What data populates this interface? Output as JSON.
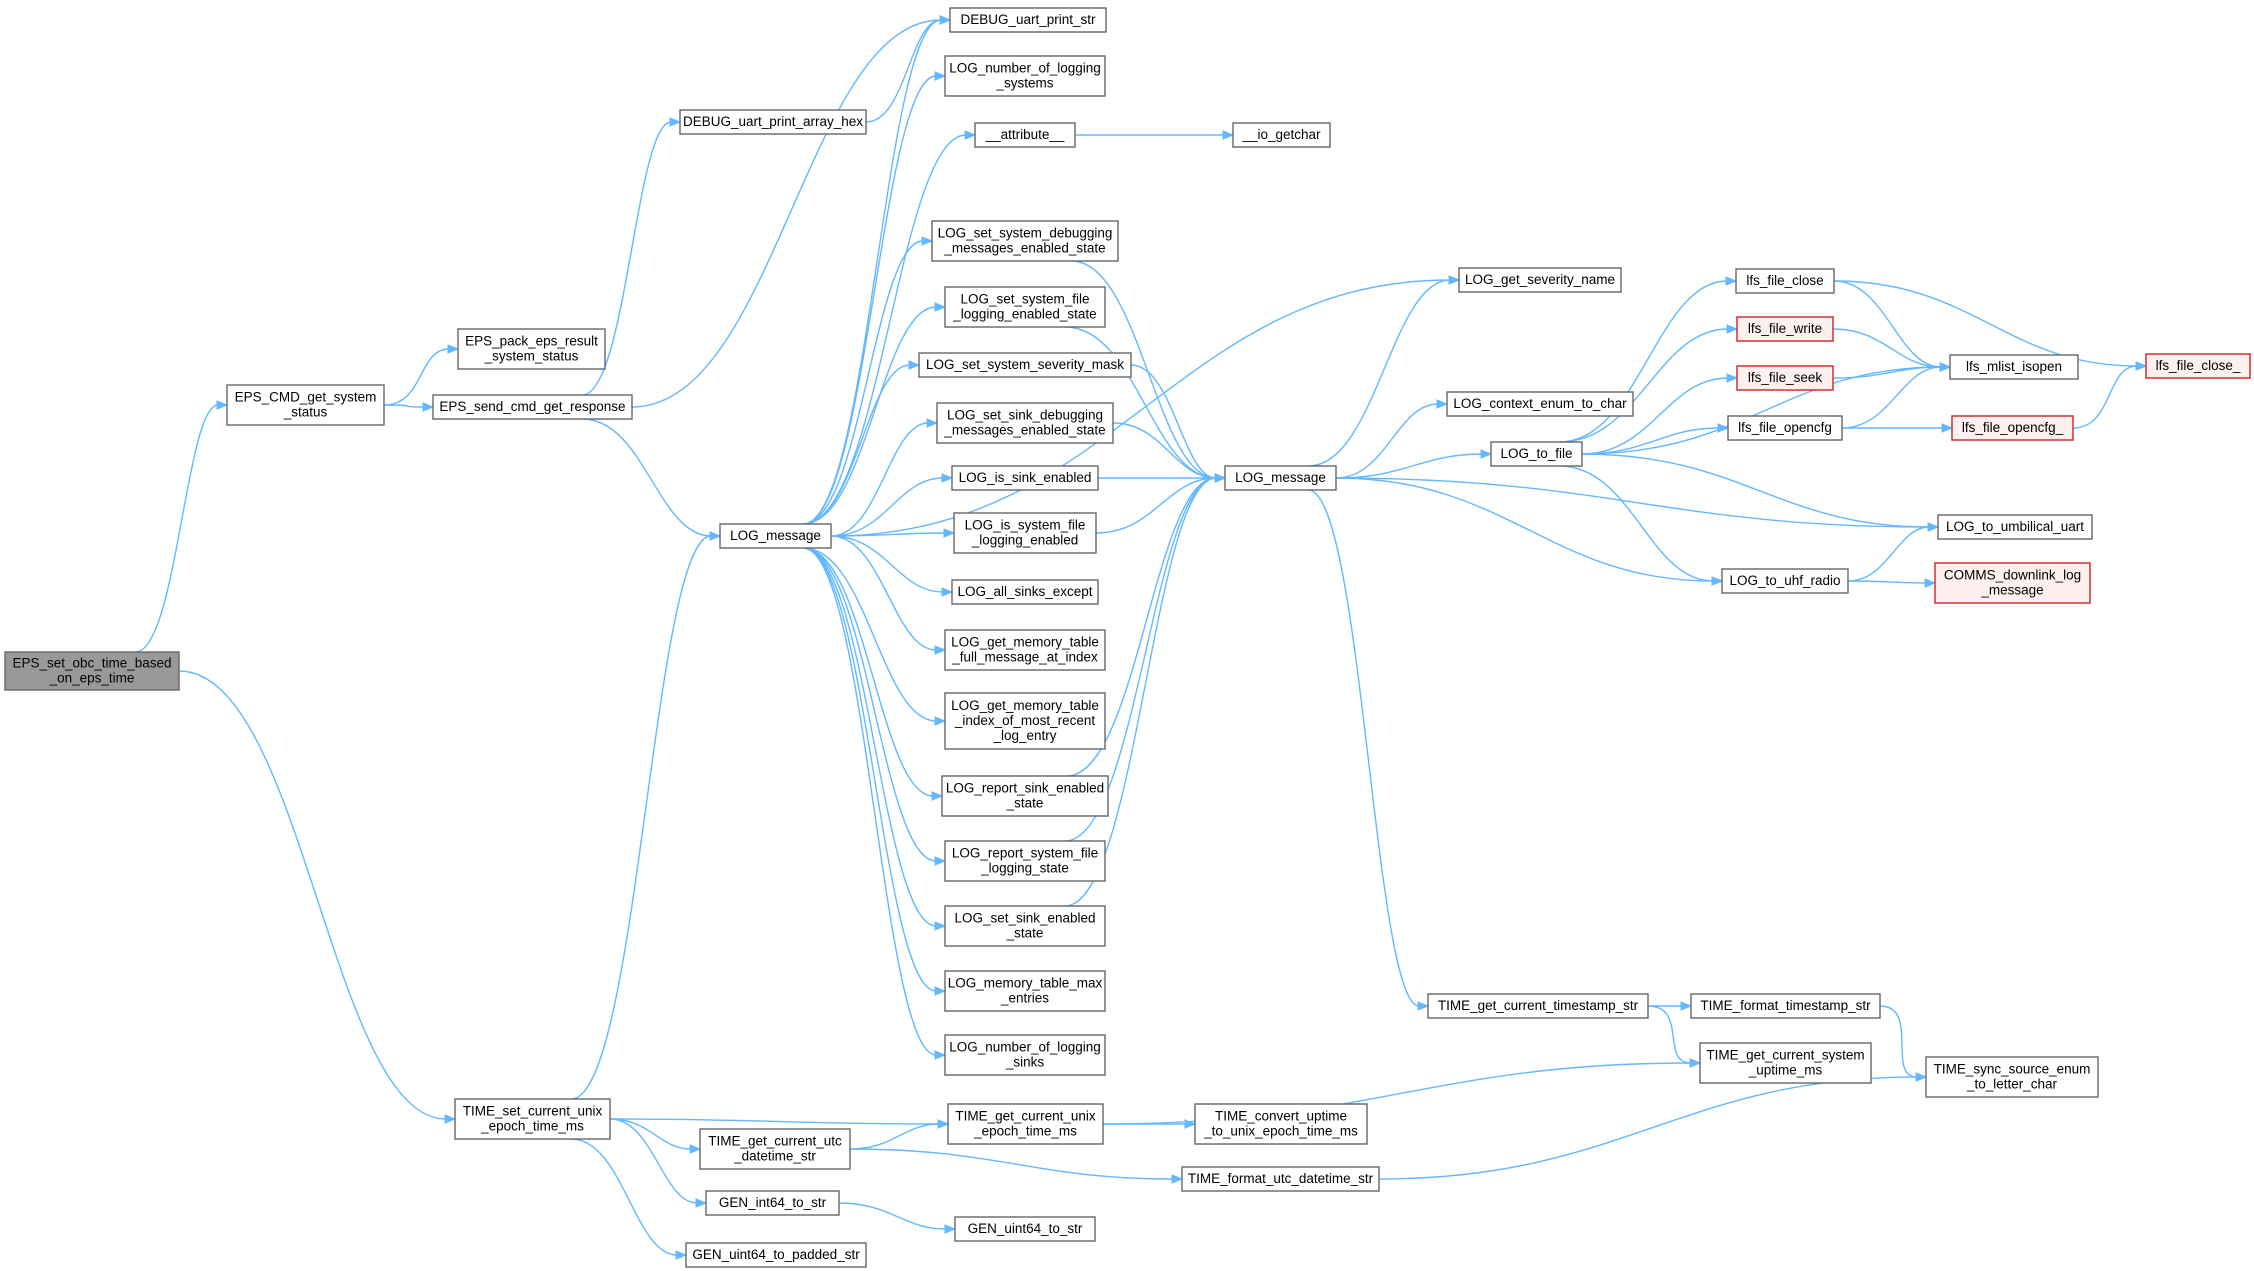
{
  "graph": {
    "edge_color": "#63b8ff",
    "root_fill": "#999999",
    "node_fill": "#ffffff",
    "node_border": "#666666",
    "truncated_fill": "#fff0f0",
    "truncated_border": "#cc2222",
    "nodes": [
      {
        "id": "root",
        "lines": [
          "EPS_set_obc_time_based",
          "_on_eps_time"
        ],
        "style": "root"
      },
      {
        "id": "eps_cmd",
        "lines": [
          "EPS_CMD_get_system",
          "_status"
        ]
      },
      {
        "id": "eps_pack",
        "lines": [
          "EPS_pack_eps_result",
          "_system_status"
        ]
      },
      {
        "id": "eps_send",
        "lines": [
          "EPS_send_cmd_get_response"
        ]
      },
      {
        "id": "dbg_hex",
        "lines": [
          "DEBUG_uart_print_array_hex"
        ]
      },
      {
        "id": "dbg_str",
        "lines": [
          "DEBUG_uart_print_str"
        ]
      },
      {
        "id": "log_msg1",
        "lines": [
          "LOG_message"
        ]
      },
      {
        "id": "time_set",
        "lines": [
          "TIME_set_current_unix",
          "_epoch_time_ms"
        ]
      },
      {
        "id": "log_num_sys",
        "lines": [
          "LOG_number_of_logging",
          "_systems"
        ]
      },
      {
        "id": "attr",
        "lines": [
          "__attribute__"
        ]
      },
      {
        "id": "getchar",
        "lines": [
          "__io_getchar"
        ]
      },
      {
        "id": "ls_sys_dbg",
        "lines": [
          "LOG_set_system_debugging",
          "_messages_enabled_state"
        ]
      },
      {
        "id": "ls_sys_file",
        "lines": [
          "LOG_set_system_file",
          "_logging_enabled_state"
        ]
      },
      {
        "id": "ls_sev",
        "lines": [
          "LOG_set_system_severity_mask"
        ]
      },
      {
        "id": "ls_sink_dbg",
        "lines": [
          "LOG_set_sink_debugging",
          "_messages_enabled_state"
        ]
      },
      {
        "id": "is_sink",
        "lines": [
          "LOG_is_sink_enabled"
        ]
      },
      {
        "id": "is_sys_file",
        "lines": [
          "LOG_is_system_file",
          "_logging_enabled"
        ]
      },
      {
        "id": "all_sinks",
        "lines": [
          "LOG_all_sinks_except"
        ]
      },
      {
        "id": "mem_full",
        "lines": [
          "LOG_get_memory_table",
          "_full_message_at_index"
        ]
      },
      {
        "id": "mem_idx",
        "lines": [
          "LOG_get_memory_table",
          "_index_of_most_recent",
          "_log_entry"
        ]
      },
      {
        "id": "rep_sink",
        "lines": [
          "LOG_report_sink_enabled",
          "_state"
        ]
      },
      {
        "id": "rep_sys",
        "lines": [
          "LOG_report_system_file",
          "_logging_state"
        ]
      },
      {
        "id": "set_sink_en",
        "lines": [
          "LOG_set_sink_enabled",
          "_state"
        ]
      },
      {
        "id": "mem_max",
        "lines": [
          "LOG_memory_table_max",
          "_entries"
        ]
      },
      {
        "id": "num_sinks",
        "lines": [
          "LOG_number_of_logging",
          "_sinks"
        ]
      },
      {
        "id": "log_msg2",
        "lines": [
          "LOG_message"
        ]
      },
      {
        "id": "sev_name",
        "lines": [
          "LOG_get_severity_name"
        ]
      },
      {
        "id": "ctx_enum",
        "lines": [
          "LOG_context_enum_to_char"
        ]
      },
      {
        "id": "to_file",
        "lines": [
          "LOG_to_file"
        ]
      },
      {
        "id": "to_uart",
        "lines": [
          "LOG_to_umbilical_uart"
        ]
      },
      {
        "id": "to_uhf",
        "lines": [
          "LOG_to_uhf_radio"
        ]
      },
      {
        "id": "comms",
        "lines": [
          "COMMS_downlink_log",
          "_message"
        ],
        "style": "trunc"
      },
      {
        "id": "lfs_close",
        "lines": [
          "lfs_file_close"
        ]
      },
      {
        "id": "lfs_write",
        "lines": [
          "lfs_file_write"
        ],
        "style": "trunc"
      },
      {
        "id": "lfs_seek",
        "lines": [
          "lfs_file_seek"
        ],
        "style": "trunc"
      },
      {
        "id": "lfs_opencfg",
        "lines": [
          "lfs_file_opencfg"
        ]
      },
      {
        "id": "lfs_mlist",
        "lines": [
          "lfs_mlist_isopen"
        ]
      },
      {
        "id": "lfs_opencfg_",
        "lines": [
          "lfs_file_opencfg_"
        ],
        "style": "trunc"
      },
      {
        "id": "lfs_close_",
        "lines": [
          "lfs_file_close_"
        ],
        "style": "trunc"
      },
      {
        "id": "ts_str",
        "lines": [
          "TIME_get_current_timestamp_str"
        ]
      },
      {
        "id": "fmt_ts",
        "lines": [
          "TIME_format_timestamp_str"
        ]
      },
      {
        "id": "uptime",
        "lines": [
          "TIME_get_current_system",
          "_uptime_ms"
        ]
      },
      {
        "id": "sync_enum",
        "lines": [
          "TIME_sync_source_enum",
          "_to_letter_char"
        ]
      },
      {
        "id": "get_unix",
        "lines": [
          "TIME_get_current_unix",
          "_epoch_time_ms"
        ]
      },
      {
        "id": "conv_up",
        "lines": [
          "TIME_convert_uptime",
          "_to_unix_epoch_time_ms"
        ]
      },
      {
        "id": "utc_str",
        "lines": [
          "TIME_get_current_utc",
          "_datetime_str"
        ]
      },
      {
        "id": "fmt_utc",
        "lines": [
          "TIME_format_utc_datetime_str"
        ]
      },
      {
        "id": "gen_int64",
        "lines": [
          "GEN_int64_to_str"
        ]
      },
      {
        "id": "gen_uint64",
        "lines": [
          "GEN_uint64_to_str"
        ]
      },
      {
        "id": "gen_padded",
        "lines": [
          "GEN_uint64_to_padded_str"
        ]
      }
    ],
    "edges": [
      [
        "root",
        "eps_cmd"
      ],
      [
        "root",
        "time_set"
      ],
      [
        "eps_cmd",
        "eps_pack"
      ],
      [
        "eps_cmd",
        "eps_send"
      ],
      [
        "eps_send",
        "dbg_hex"
      ],
      [
        "eps_send",
        "dbg_str"
      ],
      [
        "eps_send",
        "log_msg1"
      ],
      [
        "dbg_hex",
        "dbg_str"
      ],
      [
        "time_set",
        "log_msg1"
      ],
      [
        "time_set",
        "get_unix"
      ],
      [
        "time_set",
        "utc_str"
      ],
      [
        "time_set",
        "gen_int64"
      ],
      [
        "time_set",
        "gen_padded"
      ],
      [
        "log_msg1",
        "dbg_str"
      ],
      [
        "log_msg1",
        "log_num_sys"
      ],
      [
        "log_msg1",
        "attr"
      ],
      [
        "log_msg1",
        "sev_name"
      ],
      [
        "log_msg1",
        "ls_sys_dbg"
      ],
      [
        "log_msg1",
        "ls_sys_file"
      ],
      [
        "log_msg1",
        "ls_sev"
      ],
      [
        "log_msg1",
        "ls_sink_dbg"
      ],
      [
        "log_msg1",
        "is_sink"
      ],
      [
        "log_msg1",
        "is_sys_file"
      ],
      [
        "log_msg1",
        "all_sinks"
      ],
      [
        "log_msg1",
        "mem_full"
      ],
      [
        "log_msg1",
        "mem_idx"
      ],
      [
        "log_msg1",
        "rep_sink"
      ],
      [
        "log_msg1",
        "rep_sys"
      ],
      [
        "log_msg1",
        "set_sink_en"
      ],
      [
        "log_msg1",
        "mem_max"
      ],
      [
        "log_msg1",
        "num_sinks"
      ],
      [
        "attr",
        "getchar"
      ],
      [
        "ls_sys_dbg",
        "log_msg2"
      ],
      [
        "ls_sys_file",
        "log_msg2"
      ],
      [
        "ls_sev",
        "log_msg2"
      ],
      [
        "ls_sink_dbg",
        "log_msg2"
      ],
      [
        "is_sink",
        "log_msg2"
      ],
      [
        "is_sys_file",
        "log_msg2"
      ],
      [
        "rep_sink",
        "log_msg2"
      ],
      [
        "rep_sys",
        "log_msg2"
      ],
      [
        "set_sink_en",
        "log_msg2"
      ],
      [
        "log_msg2",
        "sev_name"
      ],
      [
        "log_msg2",
        "ctx_enum"
      ],
      [
        "log_msg2",
        "to_file"
      ],
      [
        "log_msg2",
        "to_uart"
      ],
      [
        "log_msg2",
        "to_uhf"
      ],
      [
        "log_msg2",
        "ts_str"
      ],
      [
        "to_file",
        "lfs_close"
      ],
      [
        "to_file",
        "lfs_write"
      ],
      [
        "to_file",
        "lfs_seek"
      ],
      [
        "to_file",
        "lfs_mlist"
      ],
      [
        "to_file",
        "lfs_opencfg"
      ],
      [
        "to_file",
        "to_uart"
      ],
      [
        "to_file",
        "to_uhf"
      ],
      [
        "lfs_close",
        "lfs_mlist"
      ],
      [
        "lfs_close",
        "lfs_close_"
      ],
      [
        "lfs_write",
        "lfs_mlist"
      ],
      [
        "lfs_seek",
        "lfs_mlist"
      ],
      [
        "lfs_opencfg",
        "lfs_mlist"
      ],
      [
        "lfs_opencfg",
        "lfs_opencfg_"
      ],
      [
        "lfs_opencfg_",
        "lfs_close_"
      ],
      [
        "to_uhf",
        "to_uart"
      ],
      [
        "to_uhf",
        "comms"
      ],
      [
        "ts_str",
        "fmt_ts"
      ],
      [
        "ts_str",
        "uptime"
      ],
      [
        "fmt_ts",
        "sync_enum"
      ],
      [
        "get_unix",
        "uptime"
      ],
      [
        "get_unix",
        "conv_up"
      ],
      [
        "utc_str",
        "get_unix"
      ],
      [
        "utc_str",
        "fmt_utc"
      ],
      [
        "fmt_utc",
        "sync_enum"
      ],
      [
        "gen_int64",
        "gen_uint64"
      ]
    ]
  }
}
